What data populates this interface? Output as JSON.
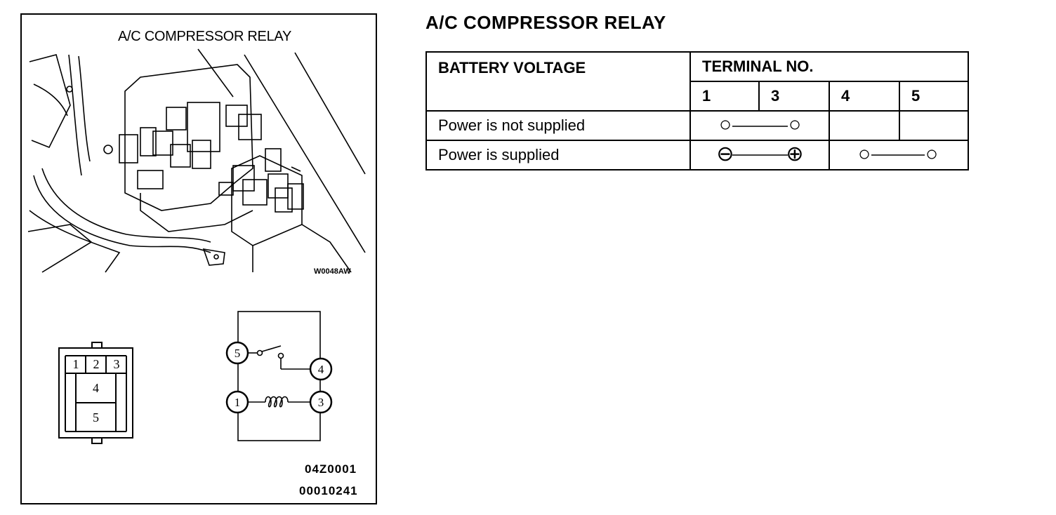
{
  "figure": {
    "title": "A/C COMPRESSOR RELAY",
    "photo_code": "W0048AW",
    "connector_terminals": [
      "1",
      "2",
      "3",
      "4",
      "5"
    ],
    "circuit_terminals": [
      "5",
      "4",
      "1",
      "3"
    ],
    "code_1": "04Z0001",
    "code_2": "00010241"
  },
  "heading": "A/C COMPRESSOR RELAY",
  "table": {
    "col_header": "BATTERY VOLTAGE",
    "terminal_header": "TERMINAL NO.",
    "terminals": [
      "1",
      "3",
      "4",
      "5"
    ],
    "rows": [
      {
        "label": "Power is not supplied",
        "connections": [
          {
            "from": "1",
            "to": "3",
            "from_symbol": "○",
            "to_symbol": "○"
          }
        ]
      },
      {
        "label": "Power is supplied",
        "connections": [
          {
            "from": "1",
            "to": "3",
            "from_symbol": "⊖",
            "to_symbol": "⊕"
          },
          {
            "from": "4",
            "to": "5",
            "from_symbol": "○",
            "to_symbol": "○"
          }
        ]
      }
    ]
  }
}
